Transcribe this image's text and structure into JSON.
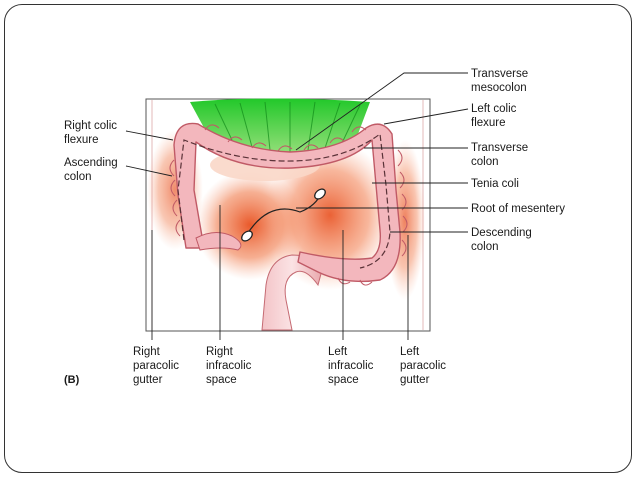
{
  "figure": {
    "panel_label": "(B)",
    "labels": {
      "right_colic_flexure": [
        "Right colic",
        "flexure"
      ],
      "ascending_colon": [
        "Ascending",
        "colon"
      ],
      "transverse_mesocolon": [
        "Transverse",
        "mesocolon"
      ],
      "left_colic_flexure": [
        "Left colic",
        "flexure"
      ],
      "transverse_colon": [
        "Transverse",
        "colon"
      ],
      "tenia_coli": [
        "Tenia coli"
      ],
      "root_of_mesentery": [
        "Root of mesentery"
      ],
      "descending_colon": [
        "Descending",
        "colon"
      ],
      "right_paracolic_gutter": [
        "Right",
        "paracolic",
        "gutter"
      ],
      "right_infracolic_space": [
        "Right",
        "infracolic",
        "space"
      ],
      "left_infracolic_space": [
        "Left",
        "infracolic",
        "space"
      ],
      "left_paracolic_gutter": [
        "Left",
        "paracolic",
        "gutter"
      ]
    }
  }
}
